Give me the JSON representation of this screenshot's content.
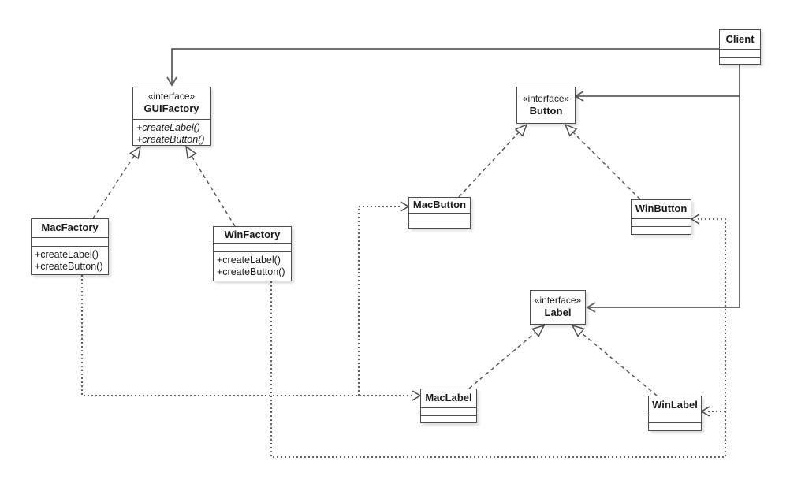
{
  "diagram": {
    "kind": "uml-class-diagram",
    "pattern": "Abstract Factory",
    "colors": {
      "background": "#ffffff",
      "box_fill": "#ffffff",
      "box_border": "#4d4d4d",
      "line": "#5e5e5e",
      "text": "#1a1a1a"
    },
    "classes": {
      "client": {
        "name": "Client"
      },
      "gui_factory": {
        "stereotype": "«interface»",
        "name": "GUIFactory",
        "methods": [
          "+createLabel()",
          "+createButton()"
        ]
      },
      "mac_factory": {
        "name": "MacFactory",
        "methods": [
          "+createLabel()",
          "+createButton()"
        ]
      },
      "win_factory": {
        "name": "WinFactory",
        "methods": [
          "+createLabel()",
          "+createButton()"
        ]
      },
      "button_interface": {
        "stereotype": "«interface»",
        "name": "Button"
      },
      "label_interface": {
        "stereotype": "«interface»",
        "name": "Label"
      },
      "mac_button": {
        "name": "MacButton"
      },
      "win_button": {
        "name": "WinButton"
      },
      "mac_label": {
        "name": "MacLabel"
      },
      "win_label": {
        "name": "WinLabel"
      }
    },
    "relations": [
      "Client → GUIFactory (association)",
      "Client → Button (association)",
      "Client → Label (association)",
      "MacFactory ⇢ MacButton (dependency)",
      "MacFactory ⇢ MacLabel (dependency)",
      "WinFactory ⇢ WinButton (dependency)",
      "WinFactory ⇢ WinLabel (dependency)",
      "MacFactory ⇢ GUIFactory (realization)",
      "WinFactory ⇢ GUIFactory (realization)",
      "MacButton ⇢ Button (realization)",
      "WinButton ⇢ Button (realization)",
      "MacLabel ⇢ Label (realization)",
      "WinLabel ⇢ Label (realization)"
    ]
  }
}
